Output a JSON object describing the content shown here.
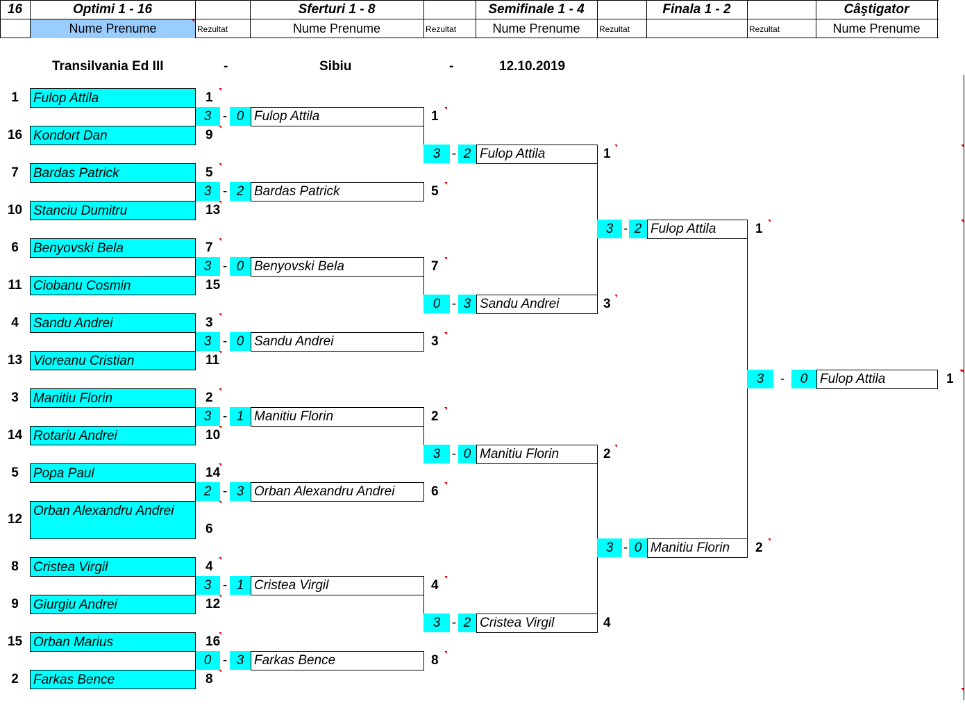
{
  "header": {
    "draw_size": "16",
    "col_titles": [
      "Optimi 1 - 16",
      "Sferturi 1 - 8",
      "Semifinale 1 - 4",
      "Finala 1 - 2",
      "Câştigator"
    ],
    "name_label": "Nume Prenume",
    "result_label": "Rezultat"
  },
  "event": {
    "name": "Transilvania Ed III",
    "sep1": "-",
    "city": "Sibiu",
    "sep2": "-",
    "date": "12.10.2019"
  },
  "round16": [
    {
      "seed": "1",
      "name": "Fulop Attila",
      "rank": "1"
    },
    {
      "seed": "16",
      "name": "Kondort Dan",
      "rank": "9"
    },
    {
      "seed": "7",
      "name": "Bardas Patrick",
      "rank": "5"
    },
    {
      "seed": "10",
      "name": "Stanciu Dumitru",
      "rank": "13"
    },
    {
      "seed": "6",
      "name": "Benyovski Bela",
      "rank": "7"
    },
    {
      "seed": "11",
      "name": "Ciobanu Cosmin",
      "rank": "15"
    },
    {
      "seed": "4",
      "name": "Sandu Andrei",
      "rank": "3"
    },
    {
      "seed": "13",
      "name": "Vioreanu Cristian",
      "rank": "11"
    },
    {
      "seed": "3",
      "name": "Manitiu Florin",
      "rank": "2"
    },
    {
      "seed": "14",
      "name": "Rotariu Andrei",
      "rank": "10"
    },
    {
      "seed": "5",
      "name": "Popa Paul",
      "rank": "14"
    },
    {
      "seed": "12",
      "name": "Orban Alexandru Andrei",
      "rank": "6"
    },
    {
      "seed": "8",
      "name": "Cristea Virgil",
      "rank": "4"
    },
    {
      "seed": "9",
      "name": "Giurgiu Andrei",
      "rank": "12"
    },
    {
      "seed": "15",
      "name": "Orban Marius",
      "rank": "16"
    },
    {
      "seed": "2",
      "name": "Farkas Bence",
      "rank": "8"
    }
  ],
  "quarters": [
    {
      "s1": "3",
      "s2": "0",
      "name": "Fulop Attila",
      "rank": "1"
    },
    {
      "s1": "3",
      "s2": "2",
      "name": "Bardas Patrick",
      "rank": "5"
    },
    {
      "s1": "3",
      "s2": "0",
      "name": "Benyovski Bela",
      "rank": "7"
    },
    {
      "s1": "3",
      "s2": "0",
      "name": "Sandu Andrei",
      "rank": "3"
    },
    {
      "s1": "3",
      "s2": "1",
      "name": "Manitiu Florin",
      "rank": "2"
    },
    {
      "s1": "2",
      "s2": "3",
      "name": "Orban Alexandru Andrei",
      "rank": "6"
    },
    {
      "s1": "3",
      "s2": "1",
      "name": "Cristea Virgil",
      "rank": "4"
    },
    {
      "s1": "0",
      "s2": "3",
      "name": "Farkas Bence",
      "rank": "8"
    }
  ],
  "semis": [
    {
      "s1": "3",
      "s2": "2",
      "name": "Fulop Attila",
      "rank": "1"
    },
    {
      "s1": "0",
      "s2": "3",
      "name": "Sandu Andrei",
      "rank": "3"
    },
    {
      "s1": "3",
      "s2": "0",
      "name": "Manitiu Florin",
      "rank": "2"
    },
    {
      "s1": "3",
      "s2": "2",
      "name": "Cristea Virgil",
      "rank": "4"
    }
  ],
  "finals": [
    {
      "s1": "3",
      "s2": "2",
      "name": "Fulop Attila",
      "rank": "1"
    },
    {
      "s1": "3",
      "s2": "0",
      "name": "Manitiu Florin",
      "rank": "2"
    }
  ],
  "winner": {
    "s1": "3",
    "s2": "0",
    "name": "Fulop Attila",
    "rank": "1"
  },
  "colors": {
    "cyan": "#00ffff",
    "header_blue": "#99ccff",
    "comment_marker": "#e00000"
  }
}
